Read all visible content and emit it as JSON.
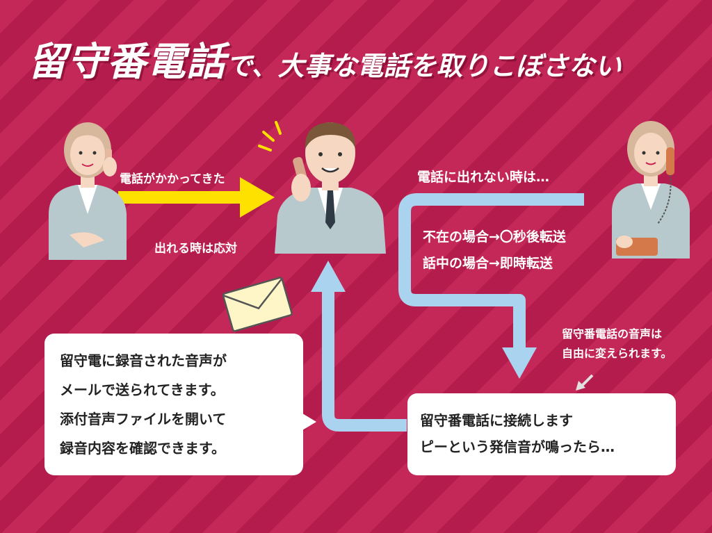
{
  "title": {
    "main": "留守番電話",
    "rest": "で、大事な電話を取りこぼさない"
  },
  "labels": {
    "incoming_call": "電話がかかってきた",
    "can_answer": "出れる時は応対",
    "cannot_answer": "電話に出れない時は…",
    "forward_absent": "不在の場合→〇秒後転送",
    "forward_busy": "話中の場合→即時転送",
    "voice_note_line1": "留守番電話の音声は",
    "voice_note_line2": "自由に変えられます。"
  },
  "boxes": {
    "voicemail": {
      "line1": "留守番電話に接続します",
      "line2": "ピーという発信音が鳴ったら…"
    },
    "email": {
      "line1": "留守電に録音された音声が",
      "line2": "メールで送られてきます。",
      "line3": "添付音声ファイルを開いて",
      "line4": "録音内容を確認できます。"
    }
  },
  "colors": {
    "background": "#bf2255",
    "yellow_arrow": "#ffe100",
    "blue_arrow": "#a9d3ee",
    "suit": "#b7c9cc",
    "skin": "#f6d8c2",
    "hair_woman": "#d8b89c",
    "hair_man": "#7a5738"
  },
  "icons": [
    "caller-woman-icon",
    "receiver-man-icon",
    "right-woman-icon",
    "envelope-icon"
  ]
}
